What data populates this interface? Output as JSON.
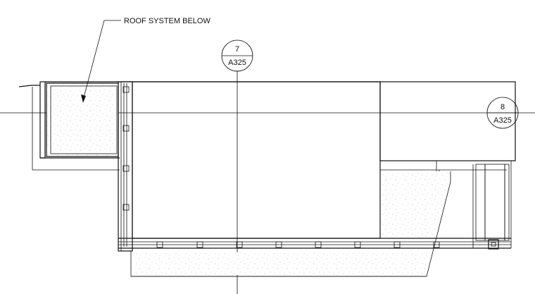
{
  "note": {
    "text": "ROOF SYSTEM BELOW"
  },
  "section_tags": [
    {
      "id": "tag-7",
      "number": "7",
      "sheet": "A325"
    },
    {
      "id": "tag-8",
      "number": "8",
      "sheet": "A325"
    }
  ]
}
